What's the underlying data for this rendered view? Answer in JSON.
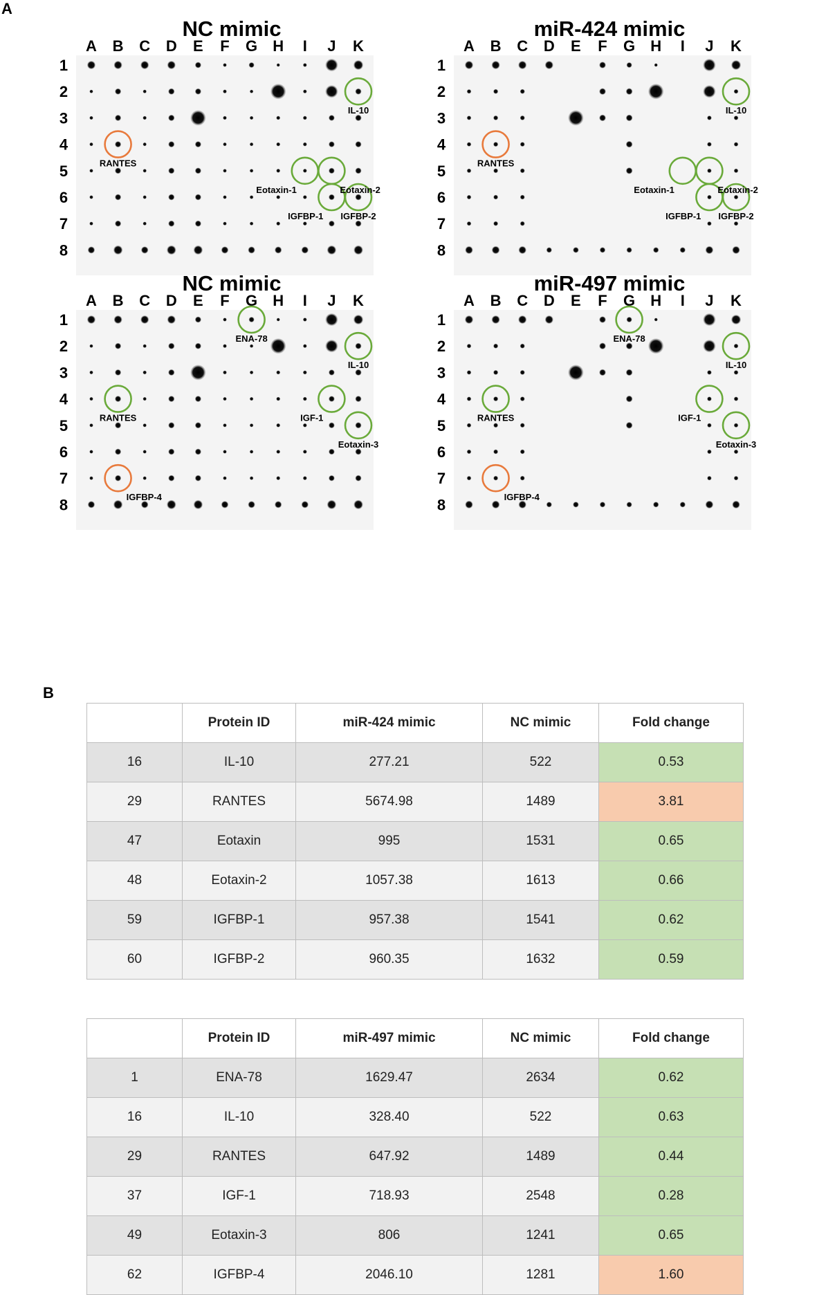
{
  "panel_a_label": "A",
  "panel_b_label": "B",
  "colors": {
    "up": "#e87a3c",
    "down": "#6aaa3a",
    "fc_down_fill": "#c6e0b4",
    "fc_up_fill": "#f8cbad"
  },
  "column_labels": [
    "A",
    "B",
    "C",
    "D",
    "E",
    "F",
    "G",
    "H",
    "I",
    "J",
    "K"
  ],
  "row_labels": [
    "1",
    "2",
    "3",
    "4",
    "5",
    "6",
    "7",
    "8"
  ],
  "blots": [
    {
      "title": "NC mimic",
      "circles": [
        {
          "cell": "K2",
          "color": "down"
        },
        {
          "cell": "B4",
          "color": "up"
        },
        {
          "cell": "I5",
          "color": "down"
        },
        {
          "cell": "J5",
          "color": "down"
        },
        {
          "cell": "J6",
          "color": "down"
        },
        {
          "cell": "K6",
          "color": "down"
        }
      ],
      "labels": [
        {
          "text": "IL-10",
          "cell": "K2",
          "pos": "below"
        },
        {
          "text": "RANTES",
          "cell": "B4",
          "pos": "below"
        },
        {
          "text": "Eotaxin-1",
          "cell": "I5",
          "pos": "below-left"
        },
        {
          "text": "Eotaxin-2",
          "cell": "J5",
          "pos": "below-right"
        },
        {
          "text": "IGFBP-1",
          "cell": "J6",
          "pos": "below-left"
        },
        {
          "text": "IGFBP-2",
          "cell": "K6",
          "pos": "below"
        }
      ]
    },
    {
      "title": "miR-424 mimic",
      "circles": [
        {
          "cell": "K2",
          "color": "down"
        },
        {
          "cell": "B4",
          "color": "up"
        },
        {
          "cell": "I5",
          "color": "down"
        },
        {
          "cell": "J5",
          "color": "down"
        },
        {
          "cell": "J6",
          "color": "down"
        },
        {
          "cell": "K6",
          "color": "down"
        }
      ],
      "labels": [
        {
          "text": "IL-10",
          "cell": "K2",
          "pos": "below"
        },
        {
          "text": "RANTES",
          "cell": "B4",
          "pos": "below"
        },
        {
          "text": "Eotaxin-1",
          "cell": "I5",
          "pos": "below-left"
        },
        {
          "text": "Eotaxin-2",
          "cell": "J5",
          "pos": "below-right"
        },
        {
          "text": "IGFBP-1",
          "cell": "J6",
          "pos": "below-left"
        },
        {
          "text": "IGFBP-2",
          "cell": "K6",
          "pos": "below"
        }
      ]
    },
    {
      "title": "NC mimic",
      "circles": [
        {
          "cell": "G1",
          "color": "down"
        },
        {
          "cell": "K2",
          "color": "down"
        },
        {
          "cell": "B4",
          "color": "down"
        },
        {
          "cell": "J4",
          "color": "down"
        },
        {
          "cell": "K5",
          "color": "down"
        },
        {
          "cell": "B7",
          "color": "up"
        }
      ],
      "labels": [
        {
          "text": "ENA-78",
          "cell": "G1",
          "pos": "below"
        },
        {
          "text": "IL-10",
          "cell": "K2",
          "pos": "below"
        },
        {
          "text": "RANTES",
          "cell": "B4",
          "pos": "below"
        },
        {
          "text": "IGF-1",
          "cell": "J4",
          "pos": "below-left"
        },
        {
          "text": "Eotaxin-3",
          "cell": "K5",
          "pos": "below"
        },
        {
          "text": "IGFBP-4",
          "cell": "B7",
          "pos": "below-right"
        }
      ]
    },
    {
      "title": "miR-497 mimic",
      "circles": [
        {
          "cell": "G1",
          "color": "down"
        },
        {
          "cell": "K2",
          "color": "down"
        },
        {
          "cell": "B4",
          "color": "down"
        },
        {
          "cell": "J4",
          "color": "down"
        },
        {
          "cell": "K5",
          "color": "down"
        },
        {
          "cell": "B7",
          "color": "up"
        }
      ],
      "labels": [
        {
          "text": "ENA-78",
          "cell": "G1",
          "pos": "below"
        },
        {
          "text": "IL-10",
          "cell": "K2",
          "pos": "below"
        },
        {
          "text": "RANTES",
          "cell": "B4",
          "pos": "below"
        },
        {
          "text": "IGF-1",
          "cell": "J4",
          "pos": "below-left"
        },
        {
          "text": "Eotaxin-3",
          "cell": "K5",
          "pos": "below"
        },
        {
          "text": "IGFBP-4",
          "cell": "B7",
          "pos": "below-right"
        }
      ]
    }
  ],
  "tables": [
    {
      "headers": [
        "",
        "Protein ID",
        "miR-424 mimic",
        "NC mimic",
        "Fold change"
      ],
      "rows": [
        {
          "id": "16",
          "protein": "IL-10",
          "treated": "277.21",
          "nc": "522",
          "fold": "0.53",
          "dir": "down"
        },
        {
          "id": "29",
          "protein": "RANTES",
          "treated": "5674.98",
          "nc": "1489",
          "fold": "3.81",
          "dir": "up"
        },
        {
          "id": "47",
          "protein": "Eotaxin",
          "treated": "995",
          "nc": "1531",
          "fold": "0.65",
          "dir": "down"
        },
        {
          "id": "48",
          "protein": "Eotaxin-2",
          "treated": "1057.38",
          "nc": "1613",
          "fold": "0.66",
          "dir": "down"
        },
        {
          "id": "59",
          "protein": "IGFBP-1",
          "treated": "957.38",
          "nc": "1541",
          "fold": "0.62",
          "dir": "down"
        },
        {
          "id": "60",
          "protein": "IGFBP-2",
          "treated": "960.35",
          "nc": "1632",
          "fold": "0.59",
          "dir": "down"
        }
      ]
    },
    {
      "headers": [
        "",
        "Protein ID",
        "miR-497 mimic",
        "NC mimic",
        "Fold change"
      ],
      "rows": [
        {
          "id": "1",
          "protein": "ENA-78",
          "treated": "1629.47",
          "nc": "2634",
          "fold": "0.62",
          "dir": "down"
        },
        {
          "id": "16",
          "protein": "IL-10",
          "treated": "328.40",
          "nc": "522",
          "fold": "0.63",
          "dir": "down"
        },
        {
          "id": "29",
          "protein": "RANTES",
          "treated": "647.92",
          "nc": "1489",
          "fold": "0.44",
          "dir": "down"
        },
        {
          "id": "37",
          "protein": "IGF-1",
          "treated": "718.93",
          "nc": "2548",
          "fold": "0.28",
          "dir": "down"
        },
        {
          "id": "49",
          "protein": "Eotaxin-3",
          "treated": "806",
          "nc": "1241",
          "fold": "0.65",
          "dir": "down"
        },
        {
          "id": "62",
          "protein": "IGFBP-4",
          "treated": "2046.10",
          "nc": "1281",
          "fold": "1.60",
          "dir": "up"
        }
      ]
    }
  ]
}
